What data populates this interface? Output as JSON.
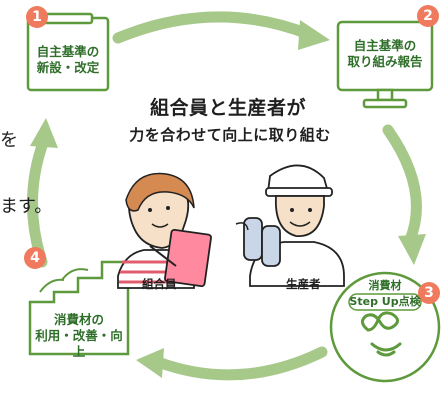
{
  "title": {
    "line1": "組合員と生産者が",
    "line2": "力を合わせて向上に取り組む"
  },
  "steps": [
    {
      "num": "1",
      "line1": "自主基準の",
      "line2": "新設・改定"
    },
    {
      "num": "2",
      "line1": "自主基準の",
      "line2": "取り組み報告"
    },
    {
      "num": "3",
      "line1": "消費材",
      "line2": "Step Up点検"
    },
    {
      "num": "4",
      "line1": "消費材の",
      "line2": "利用・改善・向上"
    }
  ],
  "people": {
    "member_label": "組合員",
    "producer_label": "生産者"
  },
  "left_text": {
    "line1": "を",
    "line2": "ます。"
  },
  "colors": {
    "green": "#5e9a3c",
    "light_green": "#a6c98a",
    "badge": "#f07a5e",
    "pink": "#ff8aa0"
  }
}
